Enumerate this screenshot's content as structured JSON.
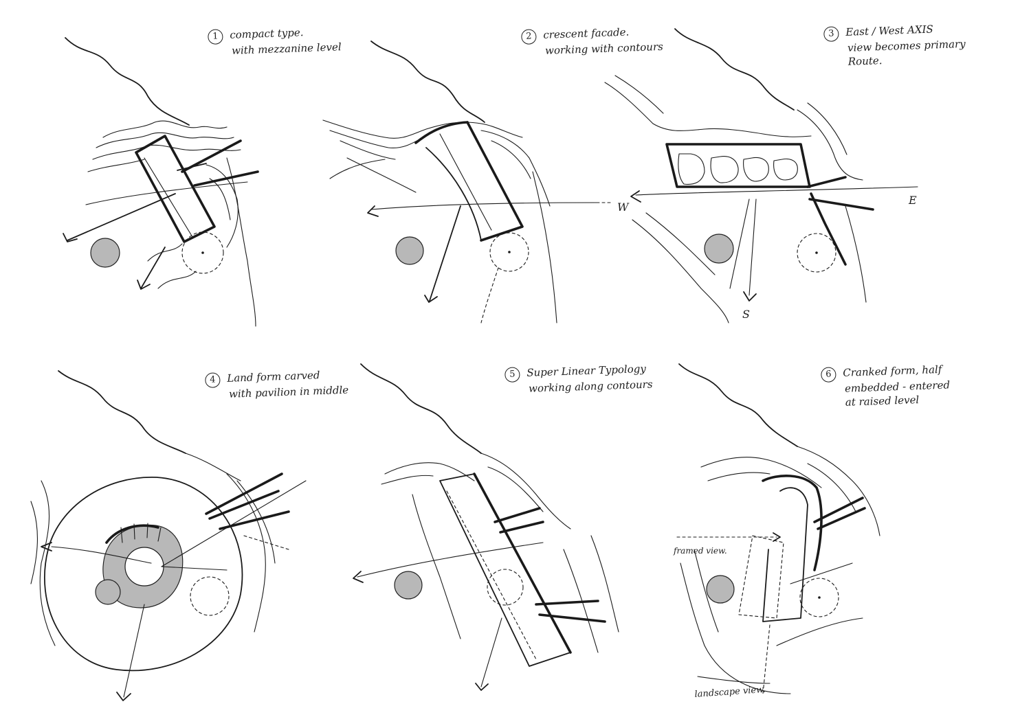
{
  "sketches": [
    {
      "number": "1",
      "lines": [
        "compact type.",
        "with mezzanine level"
      ]
    },
    {
      "number": "2",
      "lines": [
        "crescent facade.",
        "working with contours"
      ]
    },
    {
      "number": "3",
      "lines": [
        "East / West AXIS",
        "view becomes primary",
        "Route."
      ]
    },
    {
      "number": "4",
      "lines": [
        "Land form carved",
        "with pavilion in middle"
      ]
    },
    {
      "number": "5",
      "lines": [
        "Super Linear Typology",
        "working along contours"
      ]
    },
    {
      "number": "6",
      "lines": [
        "Cranked form, half",
        "embedded - entered",
        "at raised level"
      ]
    }
  ],
  "compass": {
    "west": "W",
    "east": "E",
    "south": "S"
  },
  "annotations": {
    "framed_view": "framed view.",
    "landscape_view": "landscape view."
  }
}
